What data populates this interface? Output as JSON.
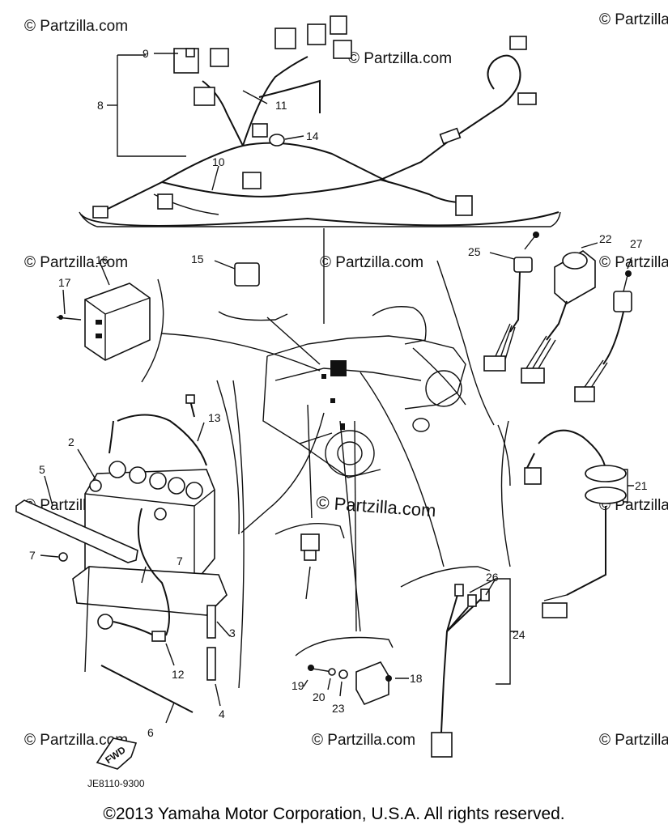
{
  "diagram": {
    "watermark": "© Partzilla.com",
    "center_watermark": "© Partzilla.com",
    "drawing_code": "JE8110-9300",
    "fwd_label": "FWD",
    "callouts": [
      "2",
      "3",
      "4",
      "5",
      "6",
      "7",
      "7",
      "8",
      "9",
      "10",
      "11",
      "12",
      "13",
      "14",
      "15",
      "16",
      "17",
      "18",
      "19",
      "20",
      "21",
      "22",
      "23",
      "24",
      "25",
      "26",
      "27"
    ]
  },
  "footer": {
    "copyright": "©2013  Yamaha Motor Corporation, U.S.A. All rights reserved."
  }
}
